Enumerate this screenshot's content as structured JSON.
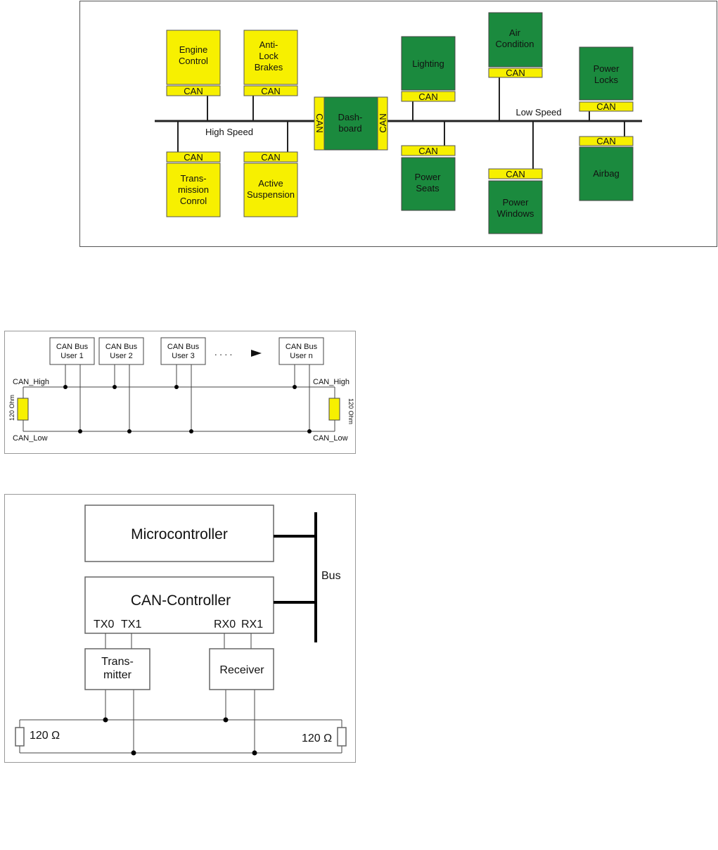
{
  "vehicle_network": {
    "high_speed_label": "High Speed",
    "low_speed_label": "Low Speed",
    "can_label": "CAN",
    "colors": {
      "high_speed_node": "#f7f000",
      "low_speed_node": "#1b8a3e"
    },
    "high_speed_nodes": [
      {
        "lines": [
          "Engine",
          "Control"
        ]
      },
      {
        "lines": [
          "Anti-",
          "Lock",
          "Brakes"
        ]
      },
      {
        "lines": [
          "Trans-",
          "mission",
          "Conrol"
        ]
      },
      {
        "lines": [
          "Active",
          "Suspension"
        ]
      }
    ],
    "gateway": {
      "lines": [
        "Dash-",
        "board"
      ]
    },
    "low_speed_nodes": [
      {
        "lines": [
          "Lighting"
        ]
      },
      {
        "lines": [
          "Air",
          "Condition"
        ]
      },
      {
        "lines": [
          "Power",
          "Locks"
        ]
      },
      {
        "lines": [
          "Power",
          "Seats"
        ]
      },
      {
        "lines": [
          "Power",
          "Windows"
        ]
      },
      {
        "lines": [
          "Airbag"
        ]
      }
    ]
  },
  "bus_topology": {
    "users": [
      {
        "lines": [
          "CAN Bus",
          "User 1"
        ]
      },
      {
        "lines": [
          "CAN Bus",
          "User 2"
        ]
      },
      {
        "lines": [
          "CAN Bus",
          "User 3"
        ]
      },
      {
        "lines": [
          "CAN Bus",
          "User n"
        ]
      }
    ],
    "ellipsis": ". . . .",
    "can_high": "CAN_High",
    "can_low": "CAN_Low",
    "terminator": "120 Ohm"
  },
  "node_architecture": {
    "microcontroller": "Microcontroller",
    "can_controller": "CAN-Controller",
    "bus": "Bus",
    "pins": [
      "TX0",
      "TX1",
      "RX0",
      "RX1"
    ],
    "transmitter": [
      "Trans-",
      "mitter"
    ],
    "receiver": "Receiver",
    "terminator": "120 Ω"
  }
}
